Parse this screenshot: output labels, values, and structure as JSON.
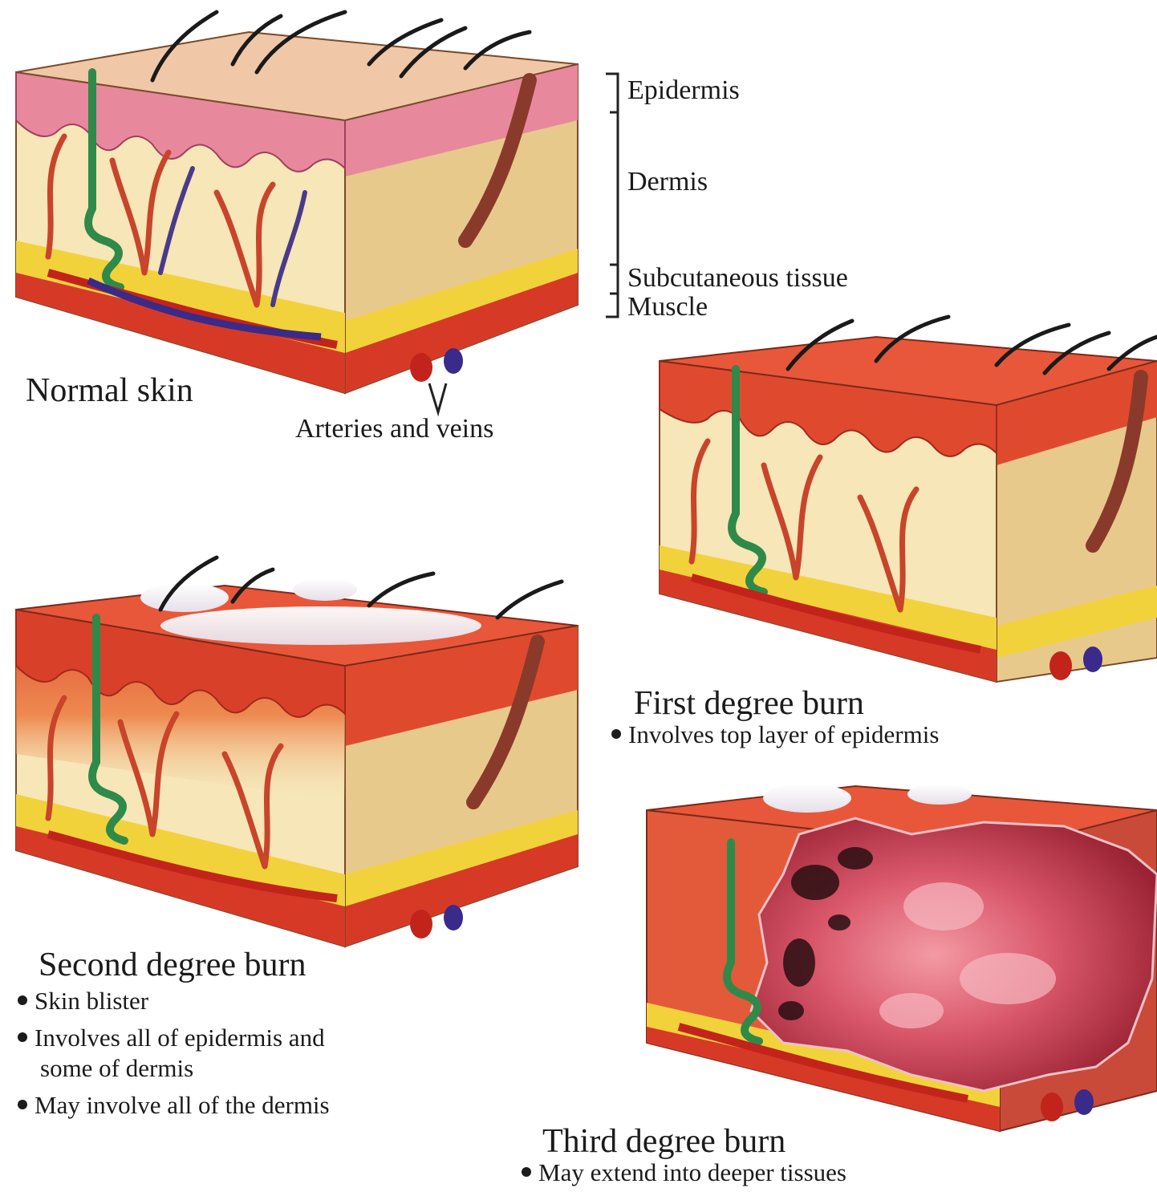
{
  "layers": {
    "epidermis": "Epidermis",
    "dermis": "Dermis",
    "subcutaneous": "Subcutaneous tissue",
    "muscle": "Muscle"
  },
  "normal": {
    "title": "Normal skin",
    "vessels_label": "Arteries and veins"
  },
  "first": {
    "title": "First degree burn",
    "bullets": [
      "Involves top layer of epidermis"
    ]
  },
  "second": {
    "title": "Second degree burn",
    "bullets": [
      "Skin blister",
      "Involves all of epidermis and",
      "some of dermis",
      "May involve all of the dermis"
    ]
  },
  "third": {
    "title": "Third degree burn",
    "bullets": [
      "May extend into deeper tissues"
    ]
  },
  "colors": {
    "normal_surface": "#f0c8a8",
    "normal_epidermis": "#e7889d",
    "burn_surface": "#e8573a",
    "burn_epidermis": "#df4a2f",
    "dermis": "#f6e6b8",
    "dermis_side": "#e8c98c",
    "fat": "#f2d23a",
    "muscle": "#d63a26",
    "artery": "#c2241b",
    "vein": "#3a2a8a",
    "sweat_gland": "#2f8a4a",
    "hair": "#1a1a1a",
    "blister": "#f4eef2",
    "wound": "#c63b4a",
    "char": "#2a0f12"
  }
}
